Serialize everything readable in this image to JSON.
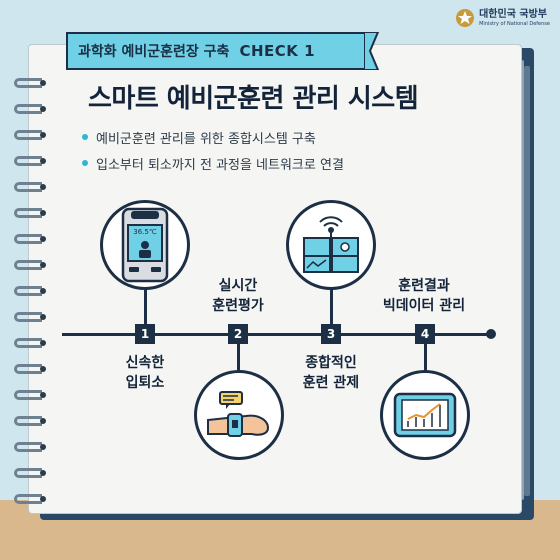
{
  "brand": {
    "name_ko": "대한민국 국방부",
    "name_en": "Ministry of National Defense"
  },
  "header": {
    "subtitle": "과학화 예비군훈련장 구축",
    "check": "CHECK 1"
  },
  "title": "스마트 예비군훈련 관리 시스템",
  "bullets": [
    "예비군훈련 관리를 위한 종합시스템 구축",
    "입소부터 퇴소까지 전 과정을 네트워크로 연결"
  ],
  "steps": [
    {
      "num": "1",
      "line1": "신속한",
      "line2": "입퇴소",
      "icon": "thermometer-kiosk-icon",
      "screen_text": "36.5℃"
    },
    {
      "num": "2",
      "line1": "실시간",
      "line2": "훈련평가",
      "icon": "smartwatch-icon"
    },
    {
      "num": "3",
      "line1": "종합적인",
      "line2": "훈련 관제",
      "icon": "control-monitors-icon"
    },
    {
      "num": "4",
      "line1": "훈련결과",
      "line2": "빅데이터 관리",
      "icon": "tablet-chart-icon"
    }
  ],
  "colors": {
    "background": "#cfe6ef",
    "navy": "#1c2f44",
    "accent": "#6fd0e6",
    "desk": "#d9b88e"
  }
}
